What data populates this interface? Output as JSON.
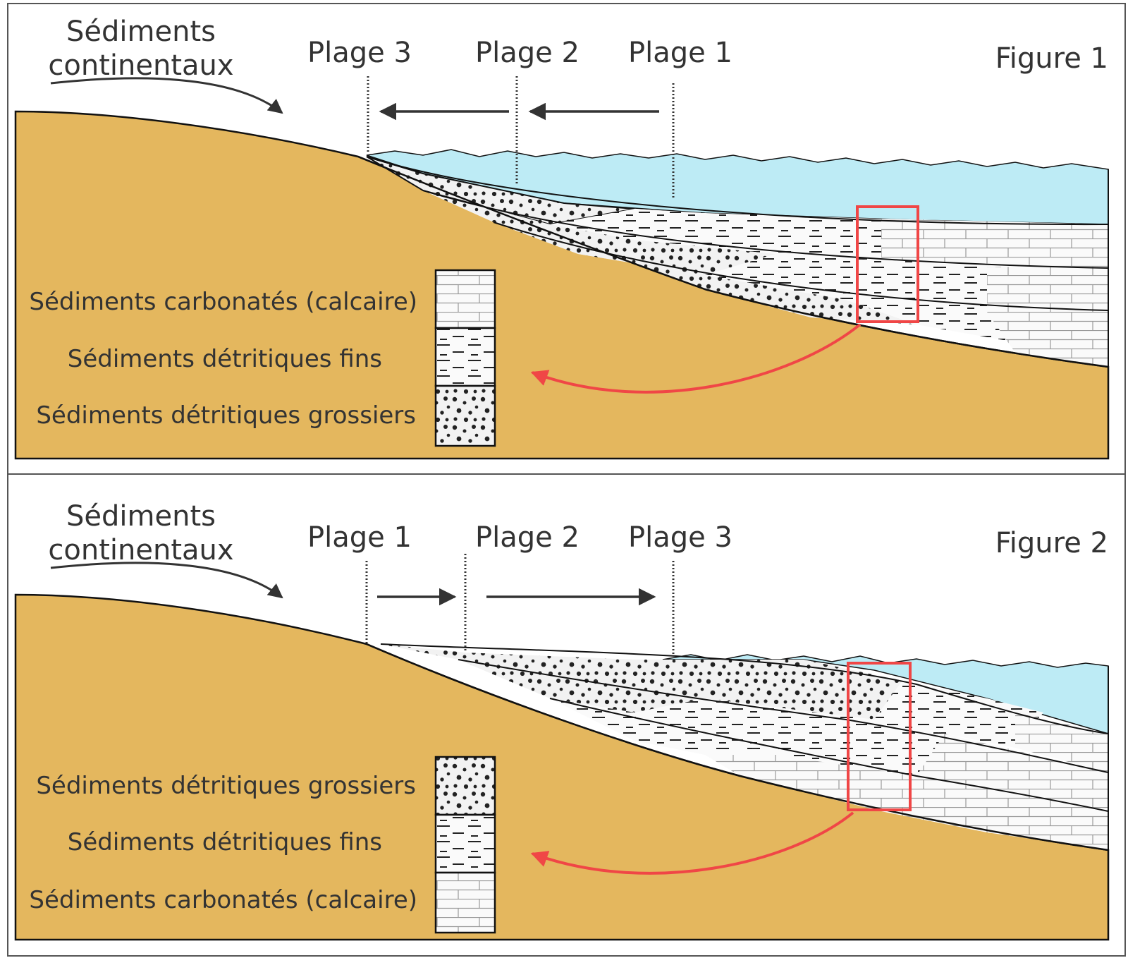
{
  "panels": [
    {
      "figure_label": "Figure 1",
      "continental_label": [
        "Sédiments",
        "continentaux"
      ],
      "beaches": [
        "Plage 3",
        "Plage 2",
        "Plage 1"
      ],
      "legend": [
        "Sédiments carbonatés (calcaire)",
        "Sédiments détritiques fins",
        "Sédiments détritiques grossiers"
      ],
      "legend_patterns": [
        "limestone",
        "fine",
        "coarse"
      ],
      "arrow_direction": "left"
    },
    {
      "figure_label": "Figure 2",
      "continental_label": [
        "Sédiments",
        "continentaux"
      ],
      "beaches": [
        "Plage 1",
        "Plage 2",
        "Plage 3"
      ],
      "legend": [
        "Sédiments détritiques grossiers",
        "Sédiments détritiques fins",
        "Sédiments carbonatés (calcaire)"
      ],
      "legend_patterns": [
        "coarse",
        "fine",
        "limestone"
      ],
      "arrow_direction": "right"
    }
  ],
  "colors": {
    "land": "#E4B75E",
    "sea": "#BDEBF5",
    "highlight": "#F04646",
    "text": "#333333"
  }
}
